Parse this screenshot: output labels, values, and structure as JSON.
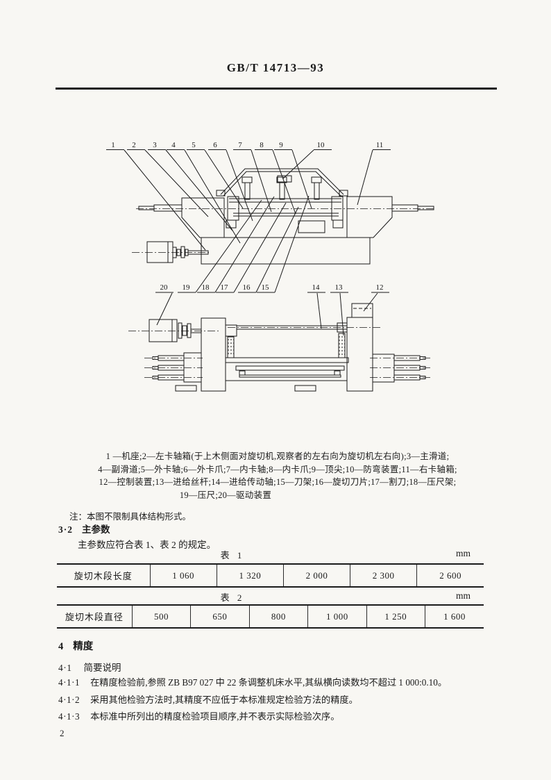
{
  "header": {
    "title": "GB/T 14713—93"
  },
  "figure": {
    "top_labels": [
      "1",
      "2",
      "3",
      "4",
      "5",
      "6",
      "7",
      "8",
      "9",
      "10",
      "11"
    ],
    "bottom_labels": [
      "20",
      "19",
      "18",
      "17",
      "16",
      "15",
      "14",
      "13",
      "12"
    ],
    "caption_lines": [
      "1 —机座;2—左卡轴箱(于上木侧面对旋切机,观察者的左右向为旋切机左右向);3—主滑道;",
      "4—副滑道;5—外卡轴;6—外卡爪;7—内卡轴;8—内卡爪;9—顶尖;10—防弯装置;11—右卡轴箱;",
      "12—控制装置;13—进给丝杆;14—进给传动轴;15—刀架;16—旋切刀片;17—割刀;18—压尺架;",
      "19—压尺;20—驱动装置"
    ],
    "note": "注：本图不限制具体结构形式。"
  },
  "section_3_2": {
    "number": "3·2",
    "title": "主参数",
    "body": "主参数应符合表 1、表 2 的规定。"
  },
  "table1": {
    "caption": "表 1",
    "unit": "mm",
    "row_label": "旋切木段长度",
    "values": [
      "1 060",
      "1 320",
      "2 000",
      "2 300",
      "2 600"
    ]
  },
  "table2": {
    "caption": "表 2",
    "unit": "mm",
    "row_label": "旋切木段直径",
    "values": [
      "500",
      "650",
      "800",
      "1 000",
      "1 250",
      "1 600"
    ]
  },
  "section_4": {
    "number": "4",
    "title": "精度",
    "sub_number": "4·1",
    "sub_title": "简要说明",
    "items": [
      {
        "number": "4·1·1",
        "text": "在精度检验前,参照 ZB B97 027 中 22 条调整机床水平,其纵横向读数均不超过 1 000:0.10。"
      },
      {
        "number": "4·1·2",
        "text": "采用其他检验方法时,其精度不应低于本标准规定检验方法的精度。"
      },
      {
        "number": "4·1·3",
        "text": "本标准中所列出的精度检验项目顺序,并不表示实际检验次序。"
      }
    ]
  },
  "page": {
    "number": "2"
  }
}
